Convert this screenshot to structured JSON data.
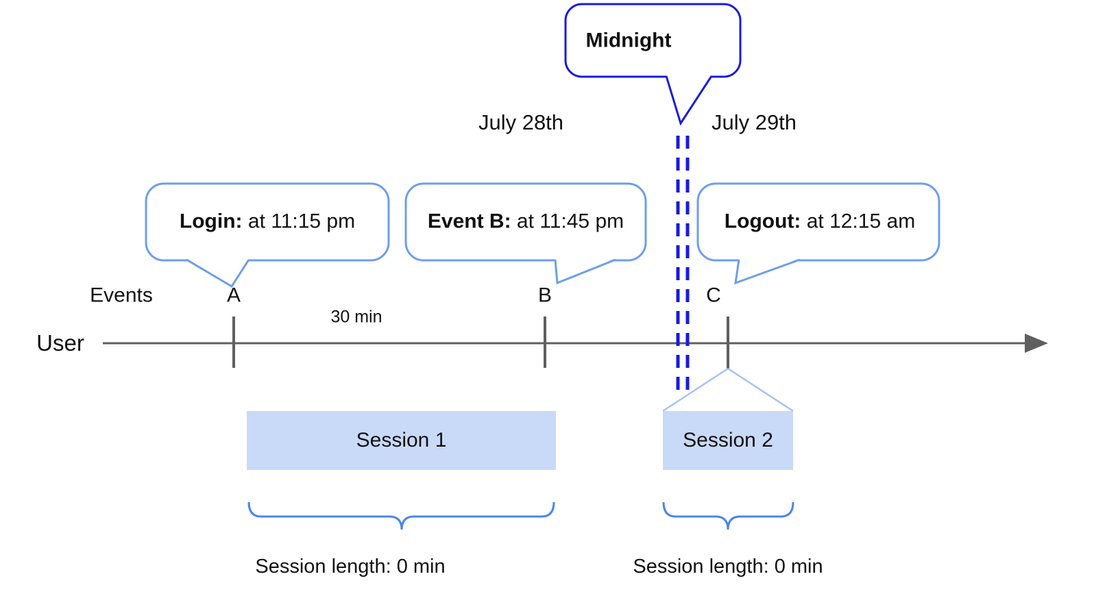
{
  "diagram": {
    "title_context": {
      "date_before_midnight": "July 28th",
      "date_after_midnight": "July 29th"
    },
    "midnight_callout": {
      "label": "Midnight"
    },
    "event_callouts": [
      {
        "event": "A",
        "title": "Login:",
        "detail": " at 11:15 pm"
      },
      {
        "event": "B",
        "title": "Event B:",
        "detail": " at 11:45 pm"
      },
      {
        "event": "C",
        "title": "Logout:",
        "detail": " at 12:15 am"
      }
    ],
    "axis": {
      "row_label": "User",
      "events_label": "Events",
      "markers": [
        "A",
        "B",
        "C"
      ],
      "interval_label": "30 min"
    },
    "sessions": [
      {
        "name": "Session 1",
        "length": "Session length: 0 min"
      },
      {
        "name": "Session 2",
        "length": "Session length: 0 min"
      }
    ],
    "colors": {
      "callout_border": "#6d9eeb",
      "midnight_border": "#1a1ae0",
      "day_divider": "#1a1ae0",
      "session_fill": "#c9daf8",
      "brace": "#4a86e8",
      "funnel": "#a4c2f4",
      "axis": "#5f5f5f",
      "text": "#111111"
    }
  }
}
